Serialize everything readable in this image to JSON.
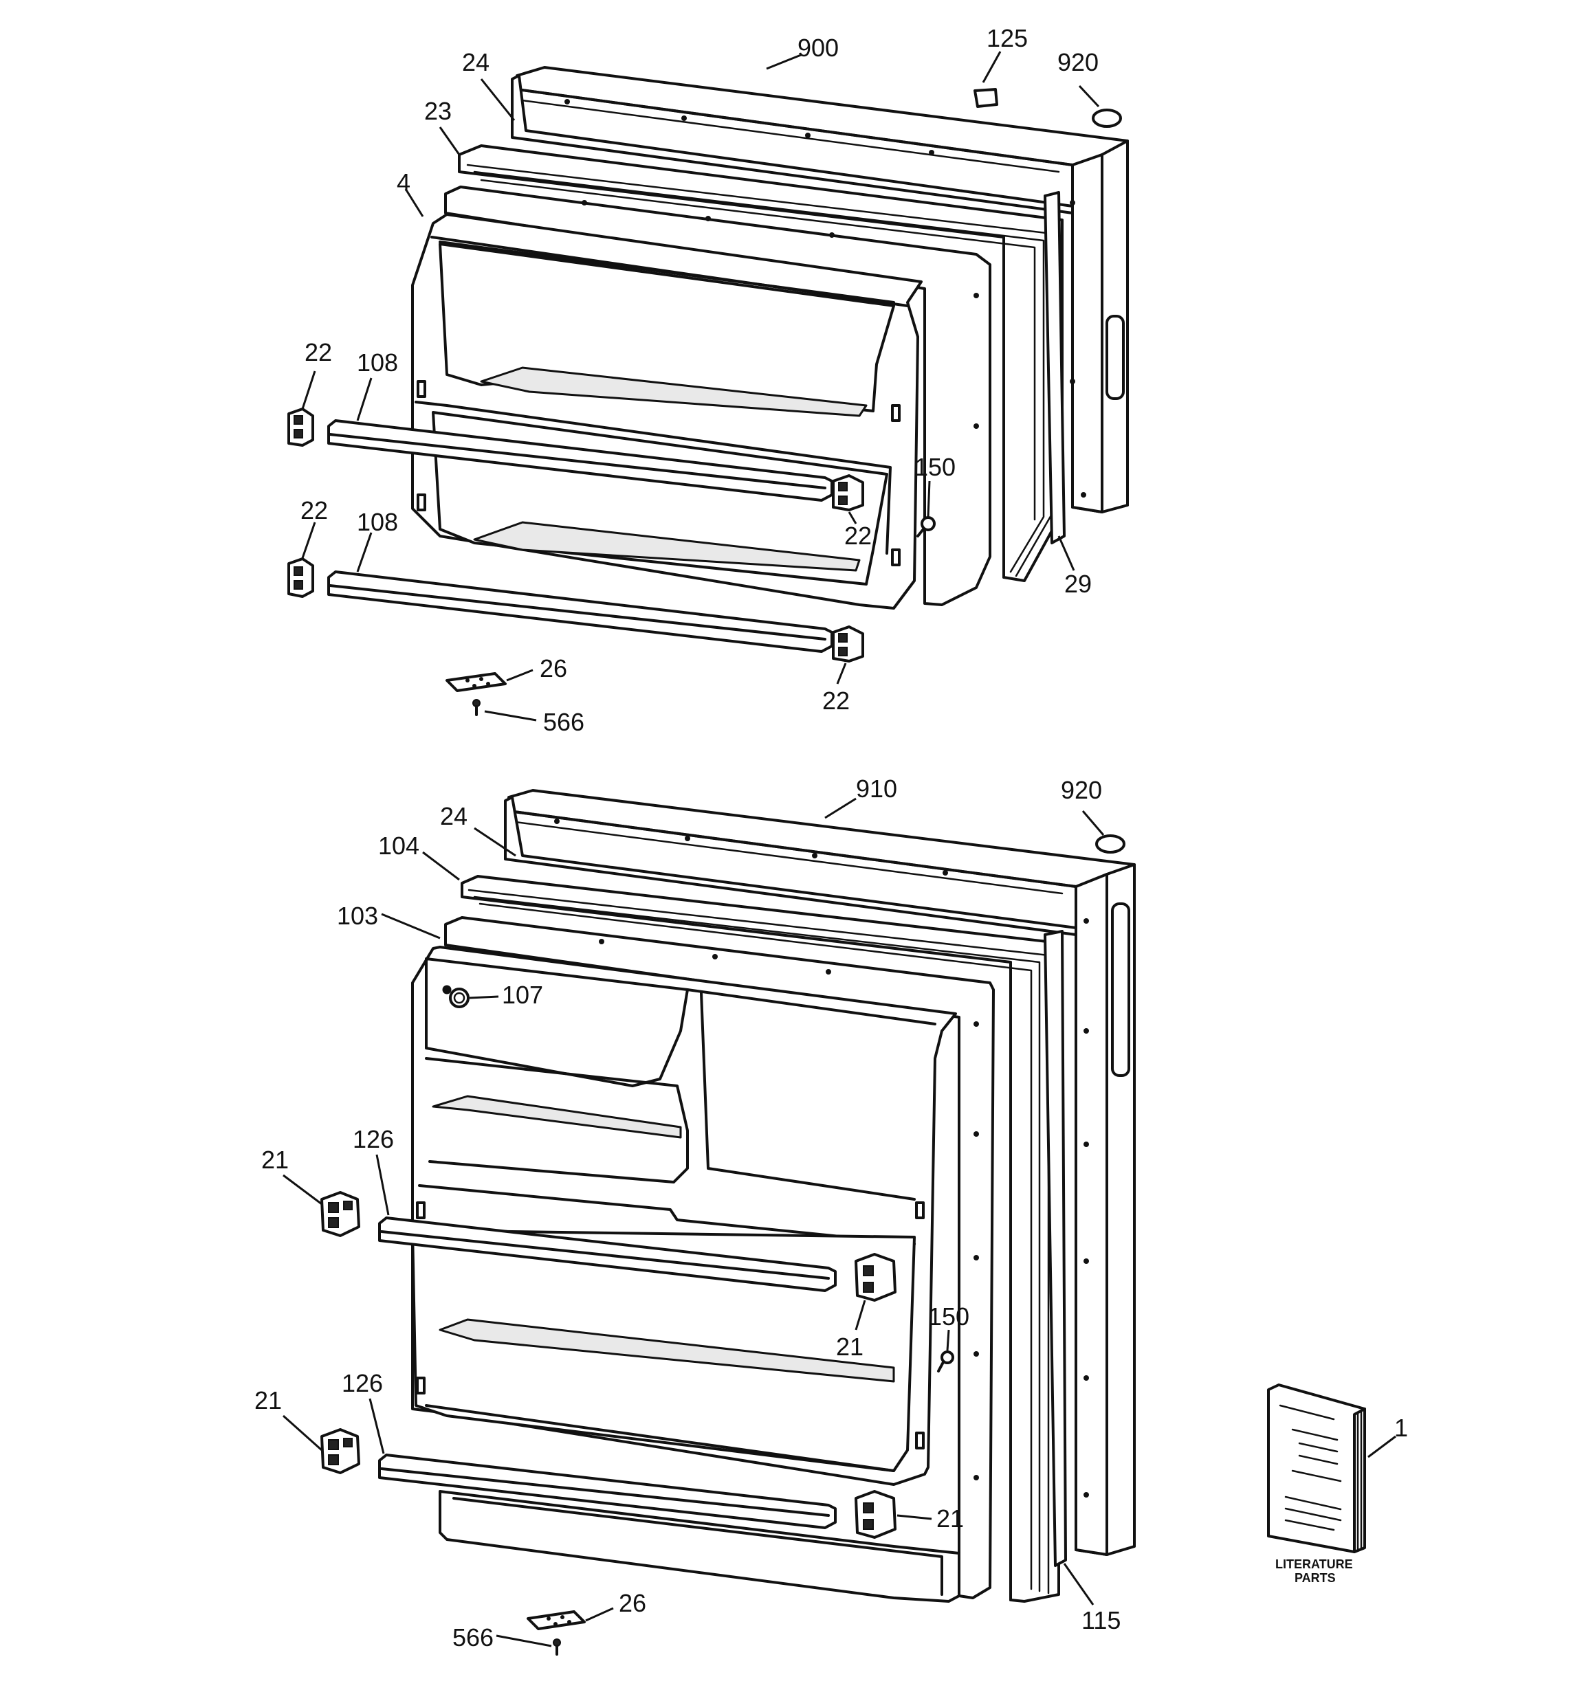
{
  "upper_door_callouts": {
    "c900": "900",
    "c125": "125",
    "c920": "920",
    "c24": "24",
    "c23": "23",
    "c4": "4",
    "c22_a": "22",
    "c108_a": "108",
    "c22_b": "22",
    "c108_b": "108",
    "c150": "150",
    "c22_c": "22",
    "c29": "29",
    "c26": "26",
    "c22_d": "22",
    "c566": "566"
  },
  "lower_door_callouts": {
    "c910": "910",
    "c920": "920",
    "c24": "24",
    "c104": "104",
    "c103": "103",
    "c107": "107",
    "c126_a": "126",
    "c21_a": "21",
    "c21_b": "21",
    "c150": "150",
    "c126_b": "126",
    "c21_c": "21",
    "c21_d": "21",
    "c115": "115",
    "c26": "26",
    "c566": "566"
  },
  "literature": {
    "callout": "1",
    "label_line1": "LITERATURE",
    "label_line2": "PARTS"
  }
}
